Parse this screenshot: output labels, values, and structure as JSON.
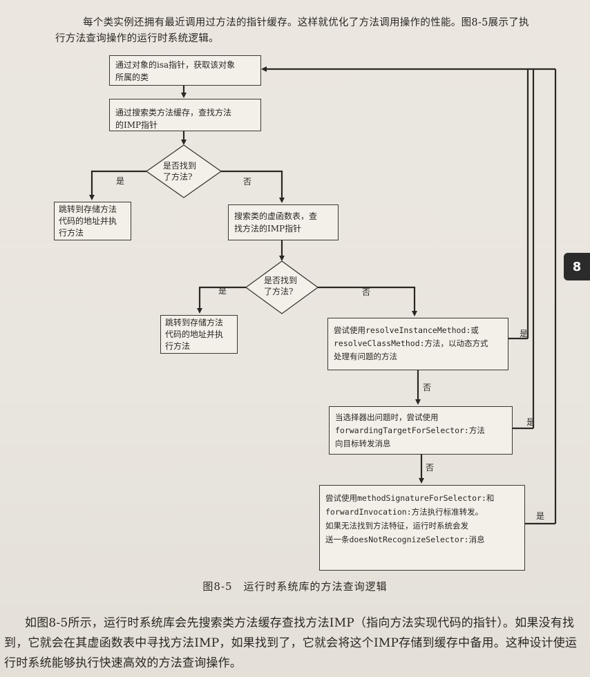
{
  "intro_text": "每个类实例还拥有最近调用过方法的指针缓存。这样就优化了方法调用操作的性能。图8-5展示了执行方法查询操作的运行时系统逻辑。",
  "flowchart": {
    "step_isa": "通过对象的isa指针，获取该对象\n所属的类",
    "step_cache": "通过搜索类方法缓存，查找方法\n的IMP指针",
    "decision_1": "是否找到\n了方法?",
    "jump_1": "跳转到存储方法\n代码的地址并执\n行方法",
    "step_vtable": "搜索类的虚函数表，查\n找方法的IMP指针",
    "decision_2": "是否找到\n了方法?",
    "jump_2": "跳转到存储方法\n代码的地址并执\n行方法",
    "step_resolve": "尝试使用resolveInstanceMethod:或\nresolveClassMethod:方法，以动态方式\n处理有问题的方法",
    "step_forward_target": "当选择器出问题时，尝试使用\nforwardingTargetForSelector:方法\n向目标转发消息",
    "step_invocation": "尝试使用methodSignatureForSelector:和\nforwardInvocation:方法执行标准转发。\n如果无法找到方法特征，运行时系统会发\n送一条doesNotRecognizeSelector:消息",
    "yes": "是",
    "no": "否"
  },
  "caption": "图8-5　运行时系统库的方法查询逻辑",
  "body_text": "如图8-5所示，运行时系统库会先搜索类方法缓存查找方法IMP（指向方法实现代码的指针）。如果没有找到，它就会在其虚函数表中寻找方法IMP，如果找到了，它就会将这个IMP存储到缓存中备用。这种设计使运行时系统能够执行快速高效的方法查询操作。",
  "chapter_tab": "8"
}
